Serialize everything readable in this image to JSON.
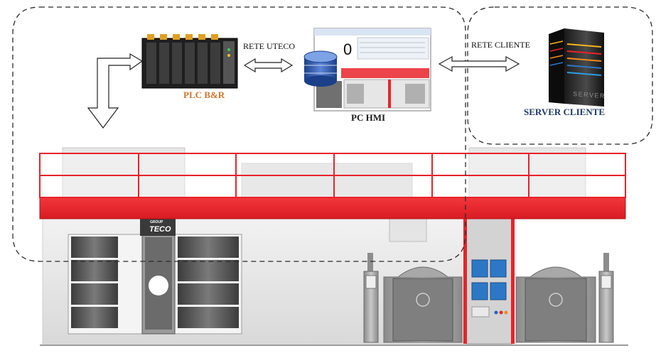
{
  "diagram": {
    "networks": {
      "uteco": "RETE UTECO",
      "cliente": "RETE CLIENTE"
    },
    "devices": {
      "plc": "PLC B&R",
      "hmi": "PC HMI",
      "server": "SERVER CLIENTE"
    },
    "hmi_screen": {
      "value": "0"
    },
    "building_logo": {
      "group": "GROUP",
      "brand": "TECO"
    },
    "server_brand": "SERVER",
    "colors": {
      "plc_label": "#d4762c",
      "server_label": "#1f3a68",
      "structure_red": "#e8232a",
      "dashed_border": "#2a2a2a"
    }
  }
}
